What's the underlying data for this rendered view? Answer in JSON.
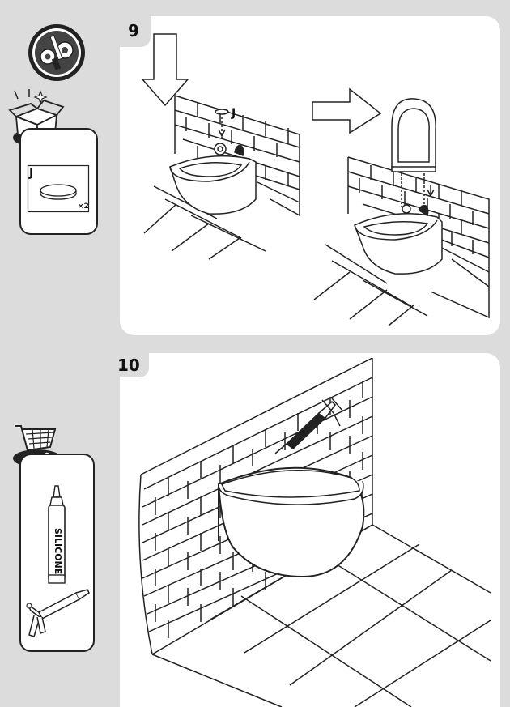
{
  "steps": {
    "step9": {
      "number": "9"
    },
    "step10": {
      "number": "10"
    }
  },
  "parts": {
    "part_letter": "J",
    "quantity": "×2"
  },
  "arrow_label": "J",
  "tools": {
    "silicone_label": "SILICONE"
  },
  "icons": {
    "tools_icon": "tools-gear-icon",
    "package_icon": "open-box-icon",
    "cart_icon": "shopping-cart-icon",
    "silicone_tube_icon": "silicone-tube-icon",
    "caulk_gun_icon": "caulk-gun-icon"
  },
  "colors": {
    "background": "#dcdcdc",
    "panel": "#ffffff",
    "line": "#222222"
  }
}
